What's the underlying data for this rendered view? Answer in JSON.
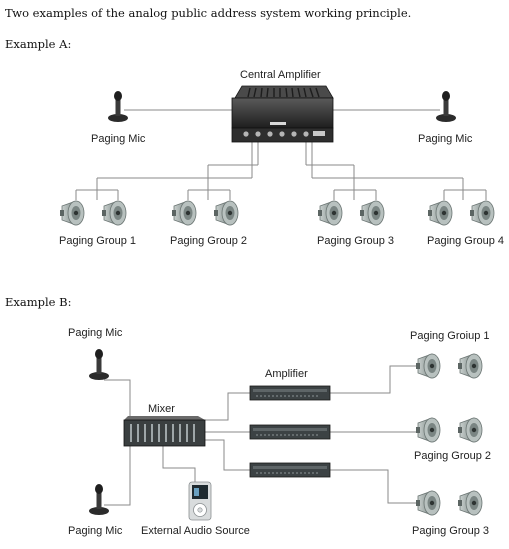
{
  "intro": "Two examples of the analog public address system working principle.",
  "example_a": {
    "title": "Example A:",
    "amplifier_label": "Central Amplifier",
    "mic_left_label": "Paging Mic",
    "mic_right_label": "Paging Mic",
    "groups": [
      "Paging Group 1",
      "Paging Group 2",
      "Paging Group 3",
      "Paging Group 4"
    ]
  },
  "example_b": {
    "title": "Example B:",
    "mic_top_label": "Paging Mic",
    "mic_bottom_label": "Paging Mic",
    "mixer_label": "Mixer",
    "amplifier_label": "Amplifier",
    "audio_source_label": "External Audio Source",
    "groups": [
      "Paging Groiup 1",
      "Paging Group 2",
      "Paging Group 3"
    ]
  },
  "colors": {
    "line": "#8a8a8a",
    "device_dark": "#2a2a2a",
    "speaker_gray": "#9aa5a3"
  },
  "icons": [
    "microphone-icon",
    "amplifier-icon",
    "mixer-icon",
    "speaker-icon",
    "media-player-icon"
  ]
}
